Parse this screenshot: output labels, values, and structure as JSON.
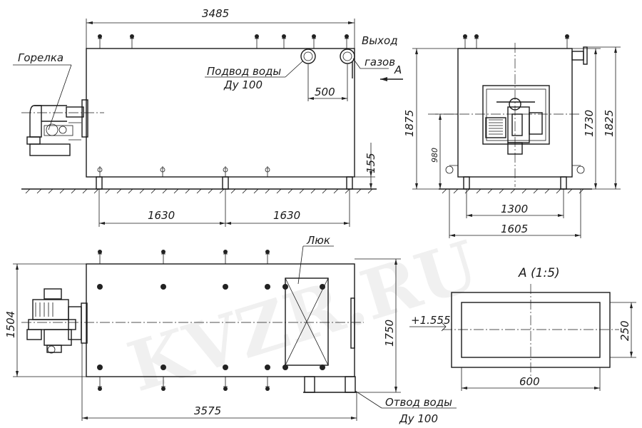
{
  "watermark": "KVZR.RU",
  "labels": {
    "burner": "Горелка",
    "water_inlet_1": "Подвод воды",
    "water_inlet_2": "Ду 100",
    "gas_outlet_1": "Выход",
    "gas_outlet_2": "газов",
    "view_marker": "А",
    "hatch": "Люк",
    "water_outlet_1": "Отвод воды",
    "water_outlet_2": "Ду 100",
    "view_title": "А  (1:5)"
  },
  "dimensions": {
    "front_length": "3485",
    "nozzle_spacing": "500",
    "base_height": "155",
    "support_span_1": "1630",
    "support_span_2": "1630",
    "side_total_height": "1875",
    "side_body_height": "1730",
    "side_outlet_height": "1825",
    "burner_axis_height": "980",
    "support_width": "1300",
    "side_width": "1605",
    "plan_width": "1504",
    "plan_length": "3575",
    "plan_body_width": "1750",
    "outlet_level": "+1.555",
    "outlet_width": "600",
    "outlet_height": "250"
  }
}
